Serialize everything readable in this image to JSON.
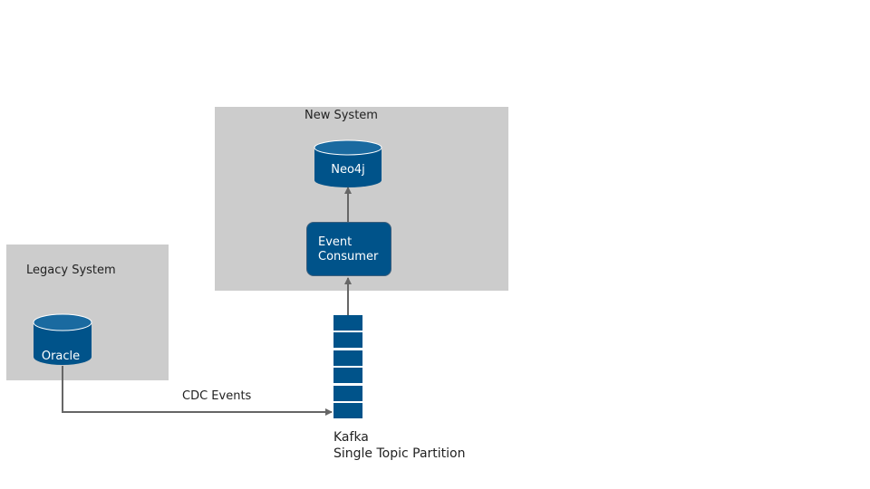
{
  "regions": {
    "new_system": {
      "label": "New System"
    },
    "legacy_system": {
      "label": "Legacy System"
    }
  },
  "nodes": {
    "neo4j": {
      "label": "Neo4j"
    },
    "oracle": {
      "label": "Oracle"
    },
    "event_consumer": {
      "line1": "Event",
      "line2": "Consumer"
    },
    "kafka": {
      "line1": "Kafka",
      "line2": "Single Topic Partition",
      "segments": 6
    }
  },
  "edges": {
    "cdc": {
      "label": "CDC Events"
    }
  },
  "colors": {
    "node_fill": "#00538a",
    "node_top": "#1a6aa0",
    "region_fill": "#cccccc",
    "arrow": "#666666"
  }
}
